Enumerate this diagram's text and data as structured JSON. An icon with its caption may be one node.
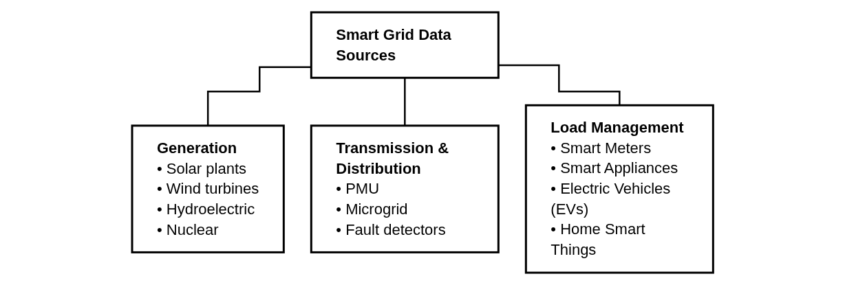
{
  "diagram": {
    "nodes": [
      {
        "text": [
          "Smart Grid Data Sources"
        ]
      },
      {
        "text": [
          "Generation",
          "• Solar plants",
          "• Wind turbines",
          "• Hydroelectric",
          "• Nuclear"
        ]
      },
      {
        "text": [
          "Transmission & Distribution",
          "• PMU",
          "• Microgrid",
          "• Fault detectors"
        ]
      },
      {
        "text": [
          "Load Management",
          "• Smart Meters",
          "• Smart Appliances",
          "• Electric Vehicles (EVs)",
          "• Home Smart Things"
        ]
      }
    ],
    "edges": [
      {
        "from": 0,
        "to": 1,
        "arrow": "none"
      },
      {
        "from": 0,
        "to": 2,
        "arrow": "none"
      },
      {
        "from": 0,
        "to": 3,
        "arrow": "none"
      }
    ]
  }
}
